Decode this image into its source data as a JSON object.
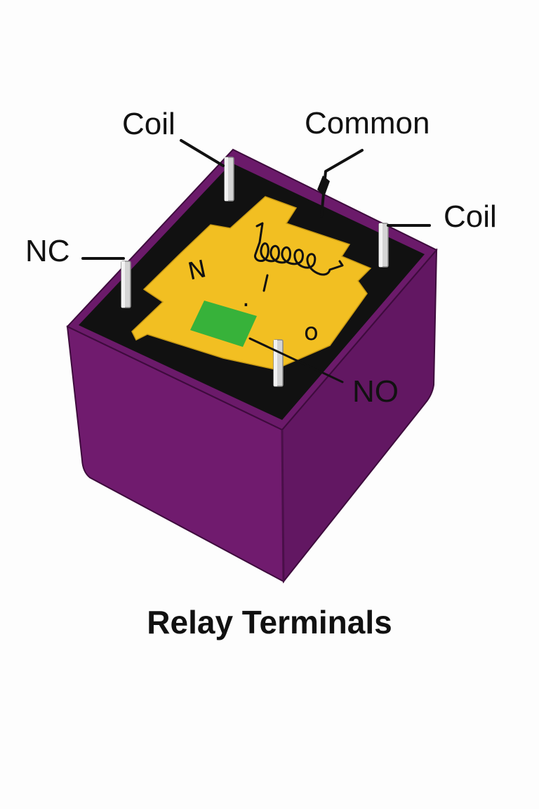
{
  "title": "Relay Terminals",
  "labels": {
    "coil_left": "Coil",
    "common": "Common",
    "coil_right": "Coil",
    "nc": "NC",
    "no": "NO"
  },
  "board_marks": {
    "left": "N",
    "center": ".",
    "right": "o"
  },
  "colors": {
    "housing_top": "#6b1a6a",
    "housing_left": "#701b6e",
    "housing_right": "#621762",
    "well": "#111111",
    "board": "#f2bf22",
    "contact_pad": "#37b23a",
    "pin": "#d4d4d4",
    "leader": "#111111"
  },
  "icons": [
    "relay-housing",
    "coil-icon",
    "contact-pad",
    "terminal-pin"
  ]
}
